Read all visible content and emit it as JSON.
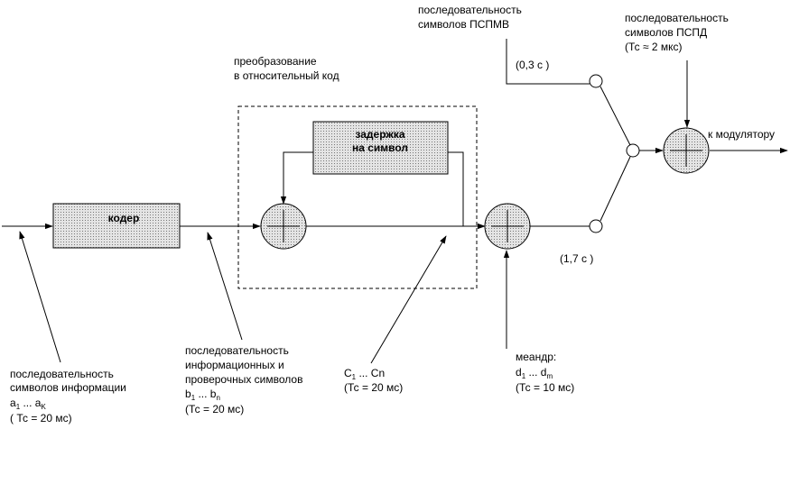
{
  "blocks": {
    "coder": "кодер",
    "delay_line1": "задержка",
    "delay_line2": "на символ"
  },
  "labels": {
    "conversion_line1": "преобразование",
    "conversion_line2": "в относительный код",
    "pspmv_line1": "последовательность",
    "pspmv_line2": "символов ПСПМВ",
    "pspmv_time": "(0,3 с )",
    "pspd_line1": "последовательность",
    "pspd_line2": "символов ПСПД",
    "pspd_tc": "(Тс ≈ 2 мкс)",
    "to_modulator": "к модулятору",
    "lower_time": "(1,7 с )",
    "info_line1": "последовательность",
    "info_line2": "символов информации",
    "info_a_base1": "a",
    "info_a_sub1": "1",
    "info_a_dots": " ... a",
    "info_a_subk": "K",
    "info_tc": "( Тс = 20 мс)",
    "check_line1": "последовательность",
    "check_line2": "информационных и",
    "check_line3": "проверочных символов",
    "check_b_base1": "b",
    "check_b_sub1": "1",
    "check_b_dots": " ... b",
    "check_b_subn": "n",
    "check_tc": "(Тс = 20 мс)",
    "c_base1": "C",
    "c_sub1": "1",
    "c_rest": " ... Cn",
    "c_tc": "(Тс = 20 мс)",
    "meander_line1": "меандр:",
    "meander_d_base1": "d",
    "meander_d_sub1": "1",
    "meander_d_dots": " ... d",
    "meander_d_subm": "m",
    "meander_tc": "(Тс = 10 мс)"
  },
  "colors": {
    "block_fill": "#d9d9d9",
    "stroke": "#000000"
  }
}
